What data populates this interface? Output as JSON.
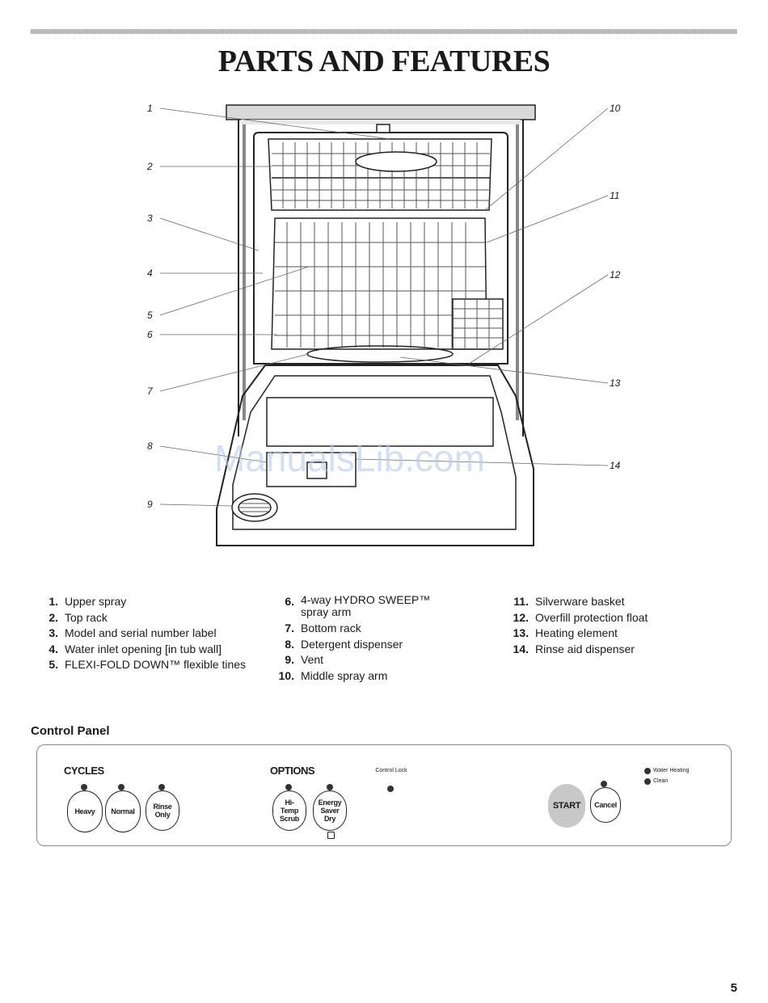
{
  "page": {
    "title": "PARTS AND FEATURES",
    "page_number": "5",
    "watermark": "ManualsLib.com"
  },
  "diagram": {
    "callouts_left": [
      "1",
      "2",
      "3",
      "4",
      "5",
      "6",
      "7",
      "8",
      "9"
    ],
    "callouts_right": [
      "10",
      "11",
      "12",
      "13",
      "14"
    ]
  },
  "parts": {
    "col1": [
      {
        "num": "1.",
        "text": "Upper spray"
      },
      {
        "num": "2.",
        "text": "Top rack"
      },
      {
        "num": "3.",
        "text": "Model and serial number label"
      },
      {
        "num": "4.",
        "text": "Water inlet opening [in tub wall]"
      },
      {
        "num": "5.",
        "text": "FLEXI-FOLD DOWN™ flexible tines"
      }
    ],
    "col2": [
      {
        "num": "6.",
        "text": "4-way HYDRO SWEEP™ spray arm"
      },
      {
        "num": "7.",
        "text": "Bottom rack"
      },
      {
        "num": "8.",
        "text": "Detergent dispenser"
      },
      {
        "num": "9.",
        "text": "Vent"
      },
      {
        "num": "10.",
        "text": "Middle spray arm"
      }
    ],
    "col3": [
      {
        "num": "11.",
        "text": "Silverware basket"
      },
      {
        "num": "12.",
        "text": "Overfill protection float"
      },
      {
        "num": "13.",
        "text": "Heating element"
      },
      {
        "num": "14.",
        "text": "Rinse aid dispenser"
      }
    ]
  },
  "control_panel": {
    "heading": "Control Panel",
    "cycles_label": "CYCLES",
    "options_label": "OPTIONS",
    "control_lock": "Control Lock",
    "buttons": {
      "heavy": "Heavy",
      "normal": "Normal",
      "rinse_only": "Rinse Only",
      "hi_temp_scrub": "Hi-Temp Scrub",
      "energy_saver_dry": "Energy Saver Dry",
      "start": "START",
      "cancel": "Cancel"
    },
    "indicators": {
      "water_heating": "Water Heating",
      "clean": "Clean"
    }
  }
}
